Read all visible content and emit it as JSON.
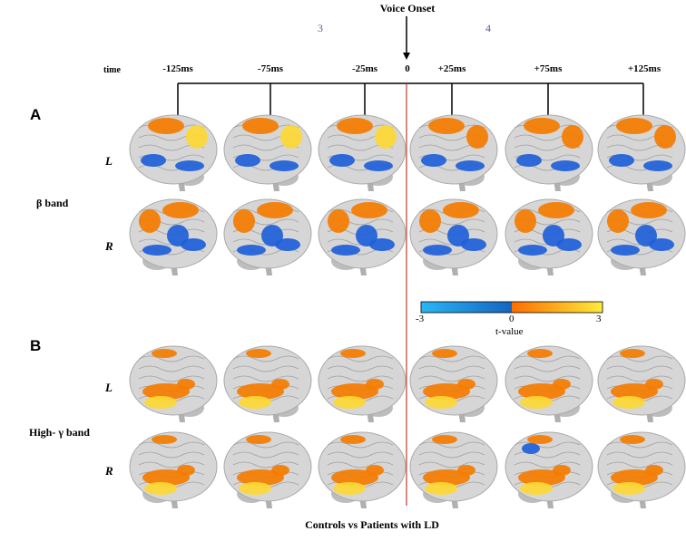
{
  "header": {
    "voice_onset": "Voice Onset",
    "segment_left": "3",
    "segment_right": "4",
    "time_label": "time",
    "zero_label": "0"
  },
  "timepoints": [
    "-125ms",
    "-75ms",
    "-25ms",
    "+25ms",
    "+75ms",
    "+125ms"
  ],
  "panels": [
    {
      "letter": "A",
      "band": "β band",
      "rows": [
        "L",
        "R"
      ]
    },
    {
      "letter": "B",
      "band": "High- γ band",
      "rows": [
        "L",
        "R"
      ]
    }
  ],
  "colorbar": {
    "min_label": "-3",
    "mid_label": "0",
    "max_label": "3",
    "title": "t-value",
    "colors": [
      "#29b6f6",
      "#1565c0",
      "#ff6f00",
      "#ffeb3b"
    ]
  },
  "footer": "Controls vs Patients with LD",
  "colors": {
    "onset_line": "#c0392b",
    "brain_fill": "#d6d6d6",
    "positive": "#f57c00",
    "positive_high": "#fdd835",
    "negative": "#1e5fd8"
  }
}
